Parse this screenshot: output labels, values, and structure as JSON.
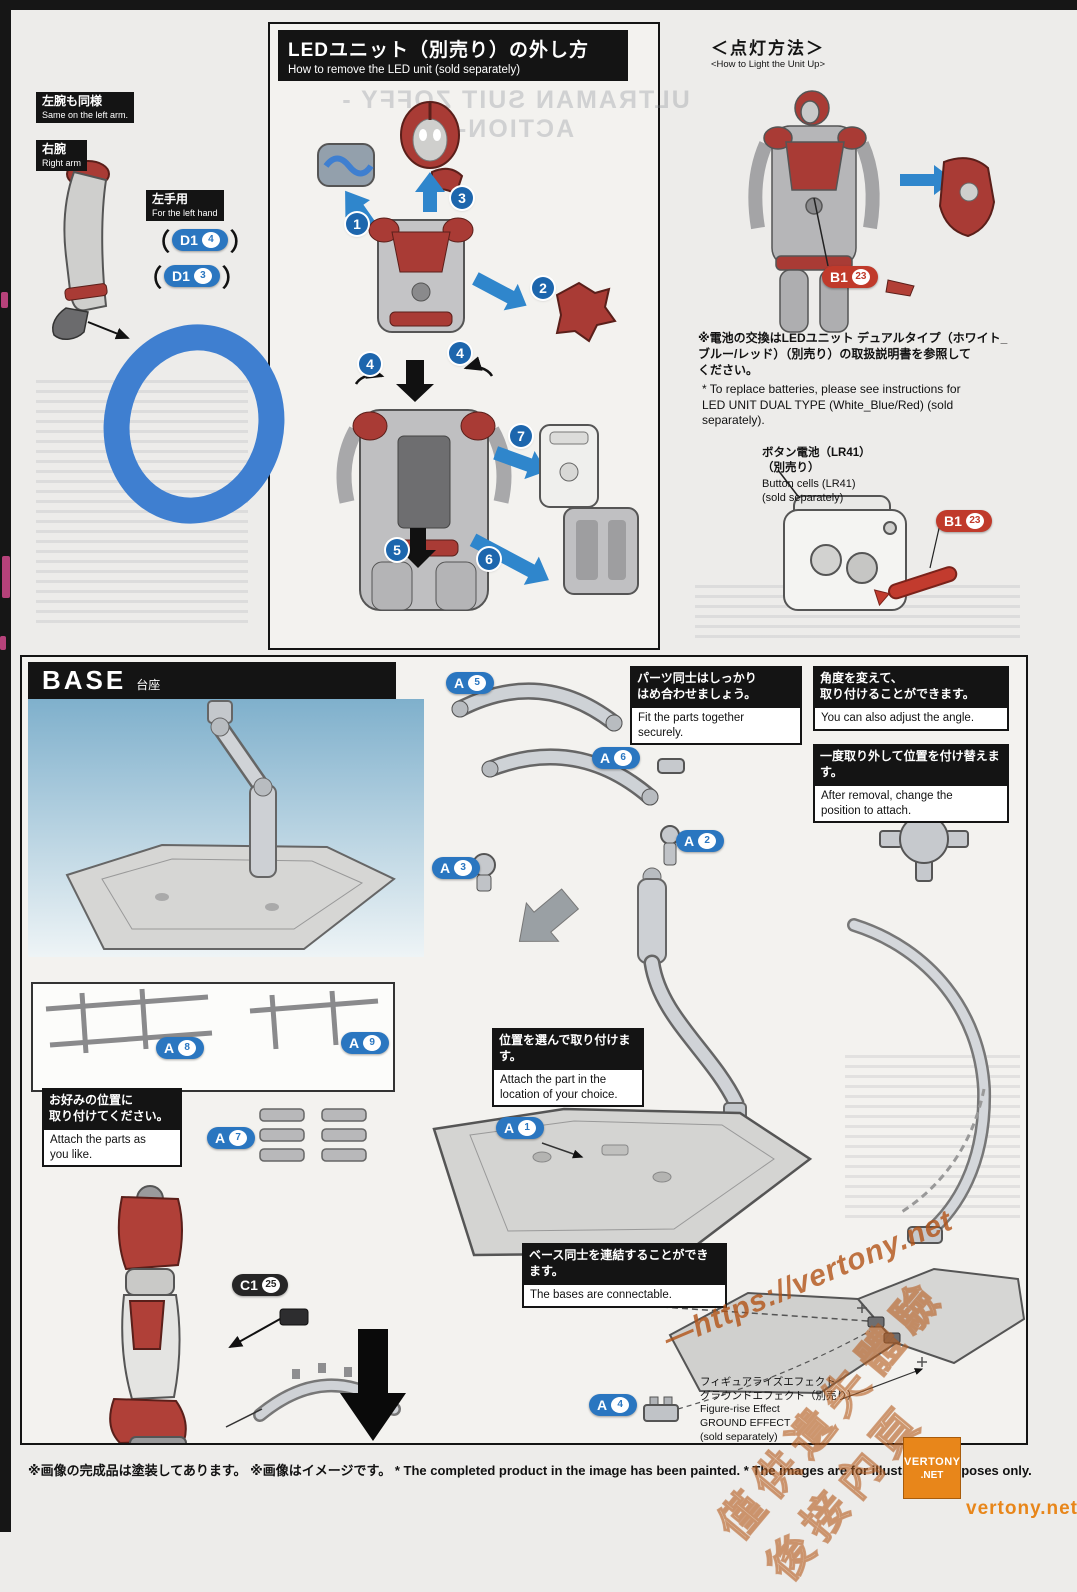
{
  "page": {
    "footer": "※画像の完成品は塗装してあります。 ※画像はイメージです。 * The completed product in the image has been painted. * The images are for illustrative purposes only.",
    "bleed_heading": "ULTRAMAN SUIT ZOFFY -ACTION-"
  },
  "led": {
    "title_jp": "LEDユニット（別売り）の外し方",
    "title_en": "How to remove the LED unit (sold separately)",
    "same_left_arm_jp": "左腕も同様",
    "same_left_arm_en": "Same on the left arm.",
    "right_arm_jp": "右腕",
    "right_arm_en": "Right arm",
    "left_hand_jp": "左手用",
    "left_hand_en": "For the left hand",
    "paren_l": "（",
    "paren_r": "）",
    "steps": [
      "1",
      "3",
      "2",
      "4",
      "4",
      "7",
      "5",
      "6"
    ]
  },
  "light": {
    "title_jp": "＜点灯方法＞",
    "title_en": "<How to Light the Unit Up>",
    "battery_note_jp": "※電池の交換はLEDユニット デュアルタイプ（ホワイト_\nブルー/レッド）（別売り）の取扱説明書を参照して\nください。",
    "battery_note_en": "* To replace batteries, please see instructions for\nLED UNIT DUAL TYPE (White_Blue/Red) (sold\nseparately).",
    "button_cells_jp": "ボタン電池（LR41）\n（別売り）",
    "button_cells_en": "Button cells (LR41)\n(sold separately)"
  },
  "badges": {
    "d14": {
      "runner": "D1",
      "num": "4"
    },
    "d13": {
      "runner": "D1",
      "num": "3"
    },
    "b123": {
      "runner": "B1",
      "num": "23"
    },
    "c125": {
      "runner": "C1",
      "num": "25"
    },
    "a1": {
      "runner": "A",
      "num": "1"
    },
    "a2": {
      "runner": "A",
      "num": "2"
    },
    "a3": {
      "runner": "A",
      "num": "3"
    },
    "a4": {
      "runner": "A",
      "num": "4"
    },
    "a5": {
      "runner": "A",
      "num": "5"
    },
    "a6": {
      "runner": "A",
      "num": "6"
    },
    "a7": {
      "runner": "A",
      "num": "7"
    },
    "a8": {
      "runner": "A",
      "num": "8"
    },
    "a9": {
      "runner": "A",
      "num": "9"
    }
  },
  "base": {
    "title_en": "BASE",
    "title_jp": "台座",
    "callouts": [
      {
        "jp": "パーツ同士はしっかり\nはめ合わせましょう。",
        "en": "Fit the parts together\nsecurely."
      },
      {
        "jp": "角度を変えて、\n取り付けることができます。",
        "en": "You can also adjust the angle."
      },
      {
        "jp": "一度取り外して位置を付け替えます。",
        "en": "After removal, change the\nposition to attach."
      },
      {
        "jp": "位置を選んで取り付けます。",
        "en": "Attach the part in the\nlocation of your choice."
      },
      {
        "jp": "お好みの位置に\n取り付けてください。",
        "en": "Attach the parts as\nyou like."
      },
      {
        "jp": "ベース同士を連結することができます。",
        "en": "The bases are connectable."
      }
    ],
    "ground_effect": "フィギュアライズエフェクト\nグラウンドエフェクト（別売り）\nFigure-rise Effect\nGROUND EFFECT\n(sold separately)"
  },
  "watermark": {
    "diagonal_url": "—https://vertony.net",
    "diagonal_cn": "僅供遺失體驗後接內頁",
    "box_line1": "VERTONY",
    "box_line2": ".NET",
    "site": "vertony.net"
  }
}
